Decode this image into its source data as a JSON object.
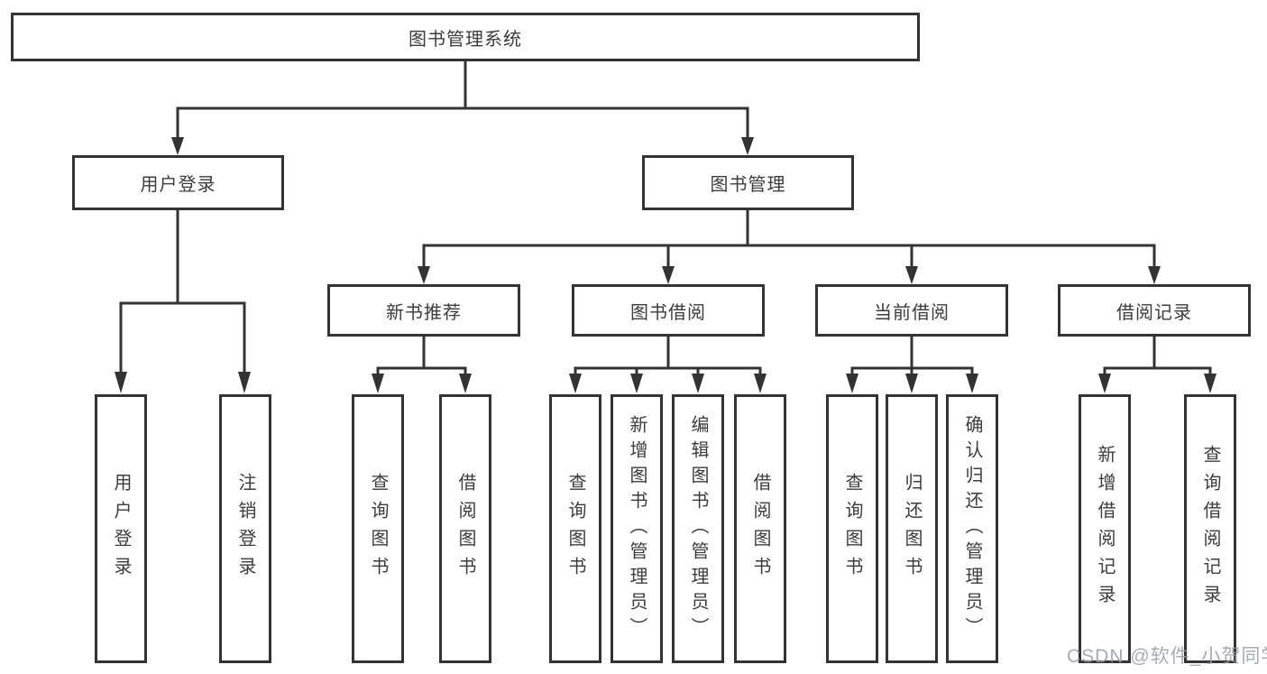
{
  "diagram": {
    "root": {
      "label": "图书管理系统"
    },
    "level2": [
      {
        "label": "用户登录"
      },
      {
        "label": "图书管理"
      }
    ],
    "level3": [
      {
        "label": "新书推荐"
      },
      {
        "label": "图书借阅"
      },
      {
        "label": "当前借阅"
      },
      {
        "label": "借阅记录"
      }
    ],
    "leaves": {
      "user_login": [
        {
          "label": "用户登录"
        },
        {
          "label": "注销登录"
        }
      ],
      "new_book": [
        {
          "label": "查询图书"
        },
        {
          "label": "借阅图书"
        }
      ],
      "borrow": [
        {
          "label": "查询图书"
        },
        {
          "label": "新增图书（管理员）"
        },
        {
          "label": "编辑图书（管理员）"
        },
        {
          "label": "借阅图书"
        }
      ],
      "current": [
        {
          "label": "查询图书"
        },
        {
          "label": "归还图书"
        },
        {
          "label": "确认归还（管理员）"
        }
      ],
      "records": [
        {
          "label": "新增借阅记录"
        },
        {
          "label": "查询借阅记录"
        }
      ]
    },
    "line_color": "#333333",
    "watermark": "CSDN @软件_小贺同学"
  }
}
